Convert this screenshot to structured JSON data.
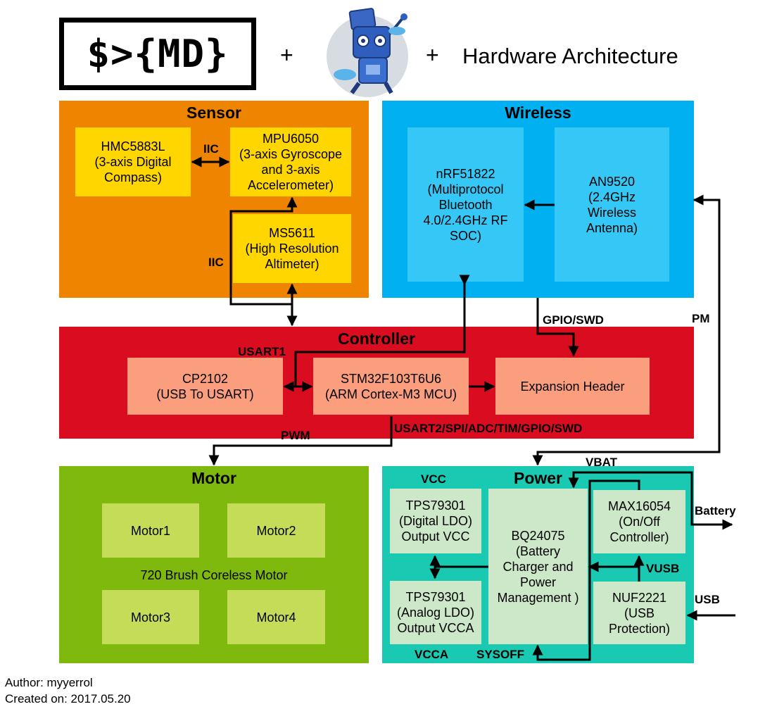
{
  "header": {
    "logo_text": "$>{MD}",
    "plus1": "+",
    "plus2": "+",
    "title": "Hardware Architecture",
    "mascot_icon": "robot-icon"
  },
  "colors": {
    "sensor": "#ee8400",
    "wireless": "#00b0f0",
    "controller": "#d90d1f",
    "motor": "#7fb90e",
    "power": "#19c9b2",
    "sensor_chip": "#ffd600",
    "wireless_chip": "#35c8f7",
    "controller_chip": "#fb9e7e",
    "motor_chip": "#c4dc58",
    "power_chip": "#cde8c8"
  },
  "sensor": {
    "title": "Sensor",
    "hmc_label": "HMC5883L\n(3-axis Digital\nCompass)",
    "mpu_label": "MPU6050\n(3-axis Gyroscope\nand 3-axis\nAccelerometer)",
    "ms_label": "MS5611\n(High Resolution\nAltimeter)",
    "iic_top": "IIC",
    "iic_left": "IIC"
  },
  "wireless": {
    "title": "Wireless",
    "nrf_label": "nRF51822\n(Multiprotocol\nBluetooth\n4.0/2.4GHz RF\nSOC)",
    "an_label": "AN9520\n(2.4GHz\nWireless\nAntenna)"
  },
  "controller": {
    "title": "Controller",
    "cp_label": "CP2102\n(USB To USART)",
    "stm_label": "STM32F103T6U6\n(ARM Cortex-M3 MCU)",
    "exp_label": "Expansion Header"
  },
  "motor": {
    "title": "Motor",
    "motors": [
      "Motor1",
      "Motor2",
      "Motor3",
      "Motor4"
    ],
    "subtitle": "720 Brush Coreless Motor"
  },
  "power": {
    "title": "Power",
    "tps1_label": "TPS79301\n(Digital LDO)\nOutput VCC",
    "tps2_label": "TPS79301\n(Analog LDO)\nOutput VCCA",
    "bq_label": "BQ24075\n(Battery\nCharger and\nPower\nManagement )",
    "max_label": "MAX16054\n(On/Off\nController)",
    "nuf_label": "NUF2221\n(USB\nProtection)"
  },
  "signals": {
    "usart1": "USART1",
    "gpio_swd": "GPIO/SWD",
    "pm": "PM",
    "pwm": "PWM",
    "usart2": "USART2/SPI/ADC/TIM/GPIO/SWD",
    "vbat": "VBAT",
    "vcc": "VCC",
    "vcca": "VCCA",
    "sysoff": "SYSOFF",
    "vusb": "VUSB",
    "battery": "Battery",
    "usb": "USB"
  },
  "footer": {
    "author": "Author: myyerrol",
    "created": "Created on: 2017.05.20"
  }
}
